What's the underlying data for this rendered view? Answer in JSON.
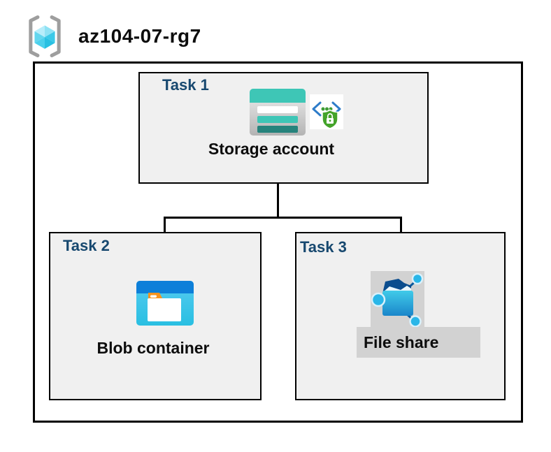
{
  "resource_group": {
    "name": "az104-07-rg7",
    "icon": "resource-group-icon"
  },
  "tasks": [
    {
      "label": "Task 1",
      "node": "Storage account",
      "icons": [
        "storage-account-icon",
        "sas-shield-lock-icon"
      ]
    },
    {
      "label": "Task 2",
      "node": "Blob container",
      "icons": [
        "blob-container-icon"
      ]
    },
    {
      "label": "Task 3",
      "node": "File share",
      "icons": [
        "file-share-icon"
      ]
    }
  ],
  "connections": [
    {
      "from": "Storage account",
      "to": "Blob container"
    },
    {
      "from": "Storage account",
      "to": "File share"
    }
  ],
  "colors": {
    "task_label": "#17486f",
    "box_fill": "#f0f0f0",
    "border": "#000000",
    "storage_teal": "#3ec6b6",
    "storage_teal_dark": "#26837c",
    "blob_band_blue": "#0d7fd9",
    "blob_body_cyan": "#35c4e8",
    "folder_tab_orange": "#f7941e",
    "shield_green": "#44a32a",
    "brackets_blue": "#2e7cc9",
    "file_share_navy": "#0b4d8e",
    "node_cyan": "#29b6e8",
    "icon_gray_bg": "#d2d2d2"
  }
}
